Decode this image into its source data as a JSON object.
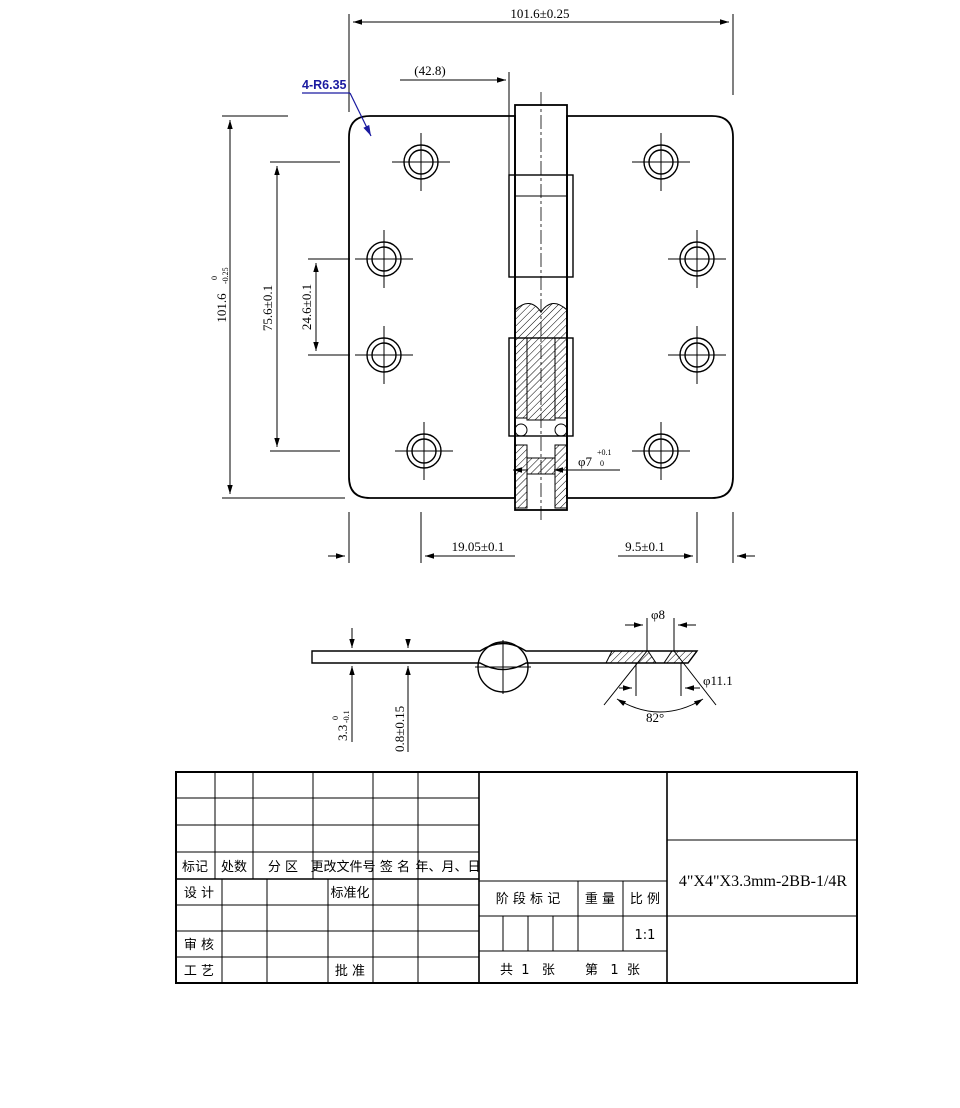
{
  "dimensions": {
    "overall_width": "101.6±0.25",
    "pin_offset": "(42.8)",
    "corner_radius": "4-R6.35",
    "overall_height": "101.6",
    "height_upper_tol": "0",
    "height_lower_tol": "-0.25",
    "hole_span_outer": "75.6±0.1",
    "hole_span_inner": "24.6±0.1",
    "pin_diameter": "φ7",
    "pin_upper_tol": "+0.1",
    "pin_lower_tol": "0",
    "edge_hole_left": "19.05±0.1",
    "edge_hole_right": "9.5±0.1",
    "thickness_total": "3.3",
    "thickness_upper_tol": "0",
    "thickness_lower_tol": "-0.1",
    "leaf_thickness": "0.8±0.15",
    "counter_hole": "φ8",
    "countersink_dia": "φ11.1",
    "countersink_angle": "82°"
  },
  "title_block": {
    "revision_headers": [
      "标记",
      "处数",
      "分 区",
      "更改文件号",
      "签 名",
      "年、月、日"
    ],
    "design": "设 计",
    "standardize": "标准化",
    "review": "审 核",
    "process": "工 艺",
    "approve": "批 准",
    "stage_mark": "阶 段 标 记",
    "weight": "重 量",
    "ratio_label": "比 例",
    "ratio_value": "1:1",
    "sheet_total": "共  1   张",
    "sheet_no": "第   1  张",
    "part_name": "4\"X4\"X3.3mm-2BB-1/4R"
  },
  "colors": {
    "line": "#000000",
    "annotation": "#1a1aa0"
  }
}
